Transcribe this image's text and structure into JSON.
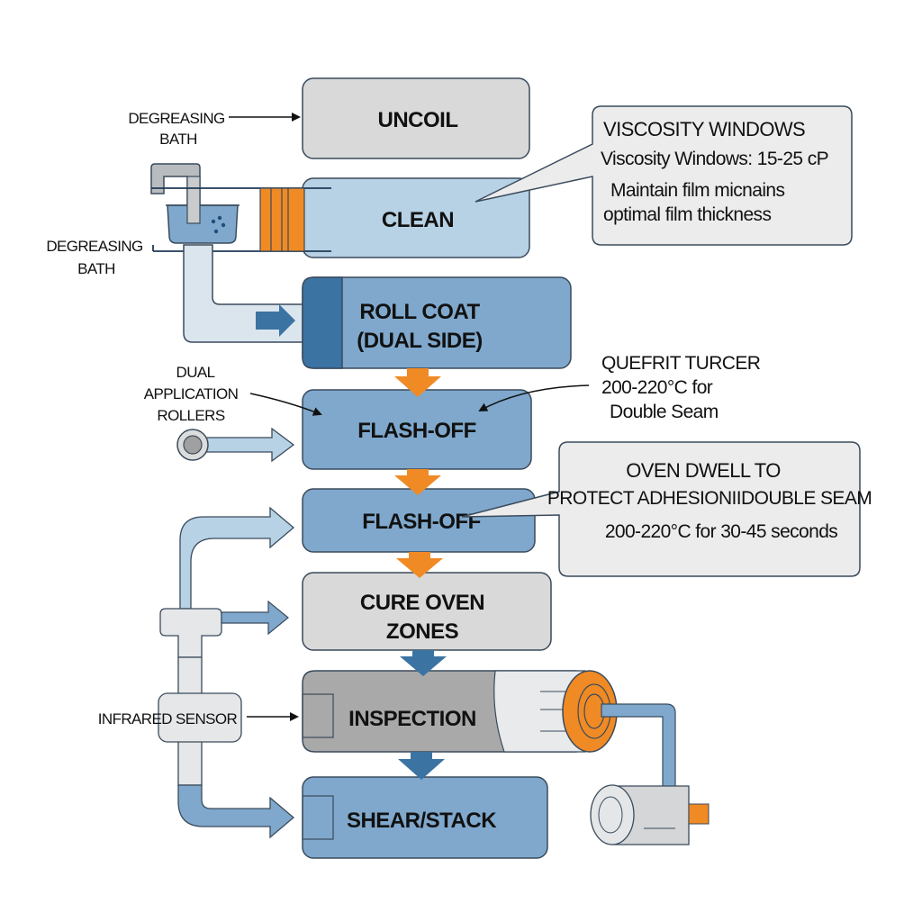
{
  "colors": {
    "gray_box": "#d9d9d9",
    "light_blue": "#b7d1e5",
    "mid_blue": "#7fa8cc",
    "dark_blue": "#3b73a3",
    "orange": "#f08a24",
    "outline": "#3a4b5c",
    "callout_bg": "#ececec"
  },
  "stages": [
    {
      "id": "uncoil",
      "label": "UNCOIL"
    },
    {
      "id": "clean",
      "label": "CLEAN"
    },
    {
      "id": "roll-coat",
      "label_line1": "ROLL COAT",
      "label_line2": "(DUAL SIDE)"
    },
    {
      "id": "flash-off-1",
      "label": "FLASH-OFF"
    },
    {
      "id": "flash-off-2",
      "label": "FLASH-OFF"
    },
    {
      "id": "cure-oven",
      "label_line1": "CURE OVEN",
      "label_line2": "ZONES"
    },
    {
      "id": "inspection",
      "label": "INSPECTION"
    },
    {
      "id": "shear-stack",
      "label": "SHEAR/STACK"
    }
  ],
  "labels": {
    "degreasing_top_line1": "DEGREASING",
    "degreasing_top_line2": "BATH",
    "degreasing_left_line1": "DEGREASING",
    "degreasing_left_line2": "BATH",
    "dual_rollers_line1": "DUAL",
    "dual_rollers_line2": "APPLICATION",
    "dual_rollers_line3": "ROLLERS",
    "infrared_sensor": "INFRARED SENSOR",
    "quefrit_line1": "QUEFRIT TURCER",
    "quefrit_line2": "200-220°C for",
    "quefrit_line3": "Double Seam"
  },
  "callouts": {
    "viscosity": {
      "title": "VISCOSITY WINDOWS",
      "line1": "Viscosity Windows: 15-25 cP",
      "line2": "Maintain film micnains",
      "line3": "optimal film thickness"
    },
    "oven_dwell": {
      "title": "OVEN DWELL TO",
      "line1": "PROTECT ADHESIONIIDOUBLE SEAM",
      "line2": "200-220°C for 30-45 seconds"
    }
  }
}
